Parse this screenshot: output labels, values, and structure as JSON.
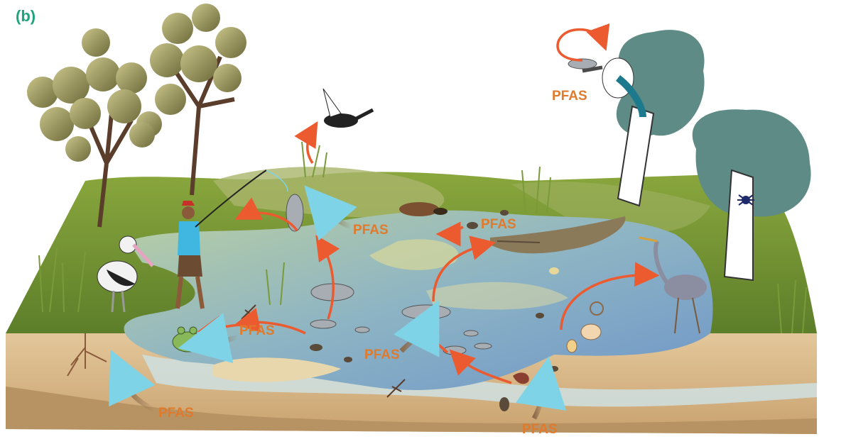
{
  "panel_label": "(b)",
  "pfas_labels": [
    "PFAS",
    "PFAS",
    "PFAS",
    "PFAS",
    "PFAS",
    "PFAS",
    "PFAS"
  ],
  "colors": {
    "pfas_text": "#e07a2c",
    "transfer_arrow": "#ec5a2f",
    "uptake_arrow": "#7fd3e6",
    "panel_label": "#1fa37a",
    "grass": "#6f8f2f",
    "water": "#8fb6c6",
    "soil": "#d8b98a"
  },
  "icons": [
    "tree-icon",
    "kingfisher-icon",
    "heron-icon",
    "pelican-icon",
    "fisherman-icon",
    "crocodile-icon",
    "platypus-icon",
    "duck-icon",
    "fish-icon",
    "frog-icon",
    "dragonfly-icon",
    "spider-icon",
    "shell-icon",
    "shrimp-icon",
    "insect-icon",
    "reed-icon",
    "roots-icon"
  ]
}
